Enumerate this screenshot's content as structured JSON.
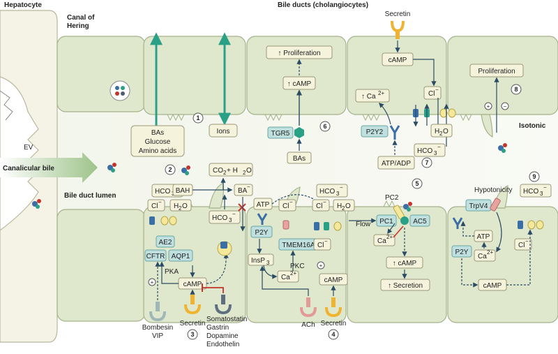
{
  "headers": {
    "hepatocyte": "Hepatocyte",
    "canal": "Canal of",
    "canal2": "Hering",
    "bile_ducts": "Bile ducts (cholangiocytes)"
  },
  "lumen": {
    "ev": "EV",
    "canalicular_bile": "Canalicular bile",
    "bile_duct_lumen": "Bile duct lumen",
    "isotonic": "Isotonic"
  },
  "top_cells": {
    "nutrients": [
      "BAs",
      "Glucose",
      "Amino acids"
    ],
    "ions": "Ions",
    "proliferation_up": "↑ Proliferation",
    "camp_up": "↑ cAMP",
    "tgr5": "TGR5",
    "bas": "BAs",
    "secretin": "Secretin",
    "camp": "cAMP",
    "ca_up": "↑ Ca",
    "ca_sup": "2+",
    "cl": "Cl",
    "cl_sup": "−",
    "h2o": "H",
    "h2o_sub": "2",
    "h2o_end": "O",
    "hco3": "HCO",
    "hco3_sub": "3",
    "hco3_sup": "−",
    "p2y2": "P2Y2",
    "atp_adp": "ATP/ADP",
    "proliferation": "Proliferation",
    "plus": "+",
    "minus": "−"
  },
  "bottom_cells": {
    "hco3": "HCO",
    "cl": "Cl",
    "h2o": "H",
    "bah": "BAH",
    "ba": "BA",
    "co2": "CO",
    "co2_end": " + H",
    "ae2": "AE2",
    "cftr": "CFTR",
    "aqp1": "AQP1",
    "pka": "PKA",
    "camp": "cAMP",
    "atp": "ATP",
    "p2y": "P2Y",
    "tmem16a": "TMEM16A",
    "insp": "InsP",
    "insp_sub": "3",
    "pkc": "PKC",
    "ca": "Ca",
    "camp2": "cAMP",
    "flow": "Flow",
    "pc1": "PC1",
    "pc2": "PC2",
    "ac5": "AC5",
    "camp_up": "↑ cAMP",
    "secretion_up": "↑ Secretion",
    "hypotonicity": "Hypotonicity",
    "trpv4": "TrpV4",
    "atp2": "ATP",
    "p2y2": "P2Y",
    "camp3": "cAMP",
    "plus": "+"
  },
  "receptors": {
    "bombesin": "Bombesin",
    "vip": "VIP",
    "secretin": "Secretin",
    "somatostatin": "Somatostatin",
    "gastrin": "Gastrin",
    "dopamine": "Dopamine",
    "endothelin": "Endothelin",
    "ach": "ACh",
    "secretin2": "Secretin"
  },
  "numbers": [
    "1",
    "2",
    "3",
    "4",
    "5",
    "6",
    "7",
    "8",
    "9"
  ],
  "colors": {
    "cell_fill": "#dfe7cc",
    "cell_stroke": "#a3b38a",
    "hepatocyte": "#f4f3e6",
    "box_fill": "#f5f3dc",
    "teal": "#2aa087",
    "teal_box": "#bfe0de",
    "arrow": "#2a4b63",
    "receptor_yellow": "#f0b32f",
    "receptor_gray": "#9fb7b7",
    "receptor_pink": "#e29a97",
    "receptor_slate": "#5f6f80",
    "block_red": "#c6332b"
  }
}
